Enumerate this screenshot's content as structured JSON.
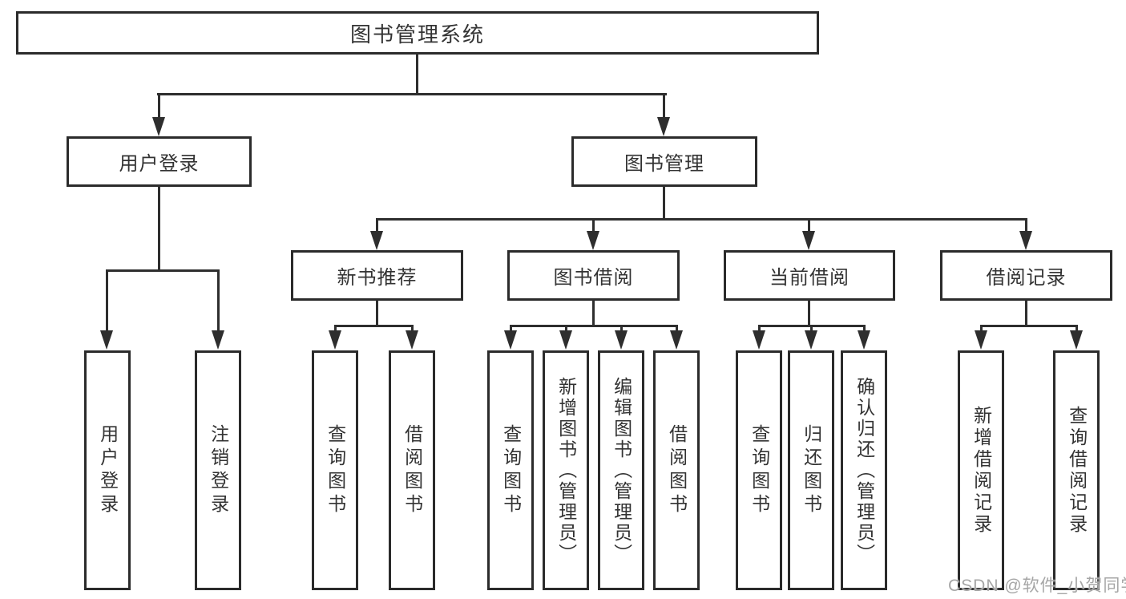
{
  "nodes": {
    "root": "图书管理系统",
    "user_login": "用户登录",
    "book_mgmt": "图书管理",
    "new_books": "新书推荐",
    "book_borrow": "图书借阅",
    "current_borrow": "当前借阅",
    "borrow_records": "借阅记录",
    "leaf_user_login": "用户登录",
    "leaf_logout": "注销登录",
    "leaf_nb_query": "查询图书",
    "leaf_nb_borrow": "借阅图书",
    "leaf_bb_query": "查询图书",
    "leaf_bb_add": "新增图书（管理员）",
    "leaf_bb_edit": "编辑图书（管理员）",
    "leaf_bb_borrow": "借阅图书",
    "leaf_cb_query": "查询图书",
    "leaf_cb_return": "归还图书",
    "leaf_cb_confirm": "确认归还（管理员）",
    "leaf_br_add": "新增借阅记录",
    "leaf_br_query": "查询借阅记录"
  },
  "hierarchy": {
    "图书管理系统": {
      "用户登录": [
        "用户登录",
        "注销登录"
      ],
      "图书管理": {
        "新书推荐": [
          "查询图书",
          "借阅图书"
        ],
        "图书借阅": [
          "查询图书",
          "新增图书（管理员）",
          "编辑图书（管理员）",
          "借阅图书"
        ],
        "当前借阅": [
          "查询图书",
          "归还图书",
          "确认归还（管理员）"
        ],
        "借阅记录": [
          "新增借阅记录",
          "查询借阅记录"
        ]
      }
    }
  },
  "watermark": "CSDN @软件_小贺同学",
  "colors": {
    "line": "#2e2e2e",
    "border": "#2b2b2b",
    "text": "#333333",
    "watermark": "#a6a6a6",
    "background": "#ffffff"
  }
}
